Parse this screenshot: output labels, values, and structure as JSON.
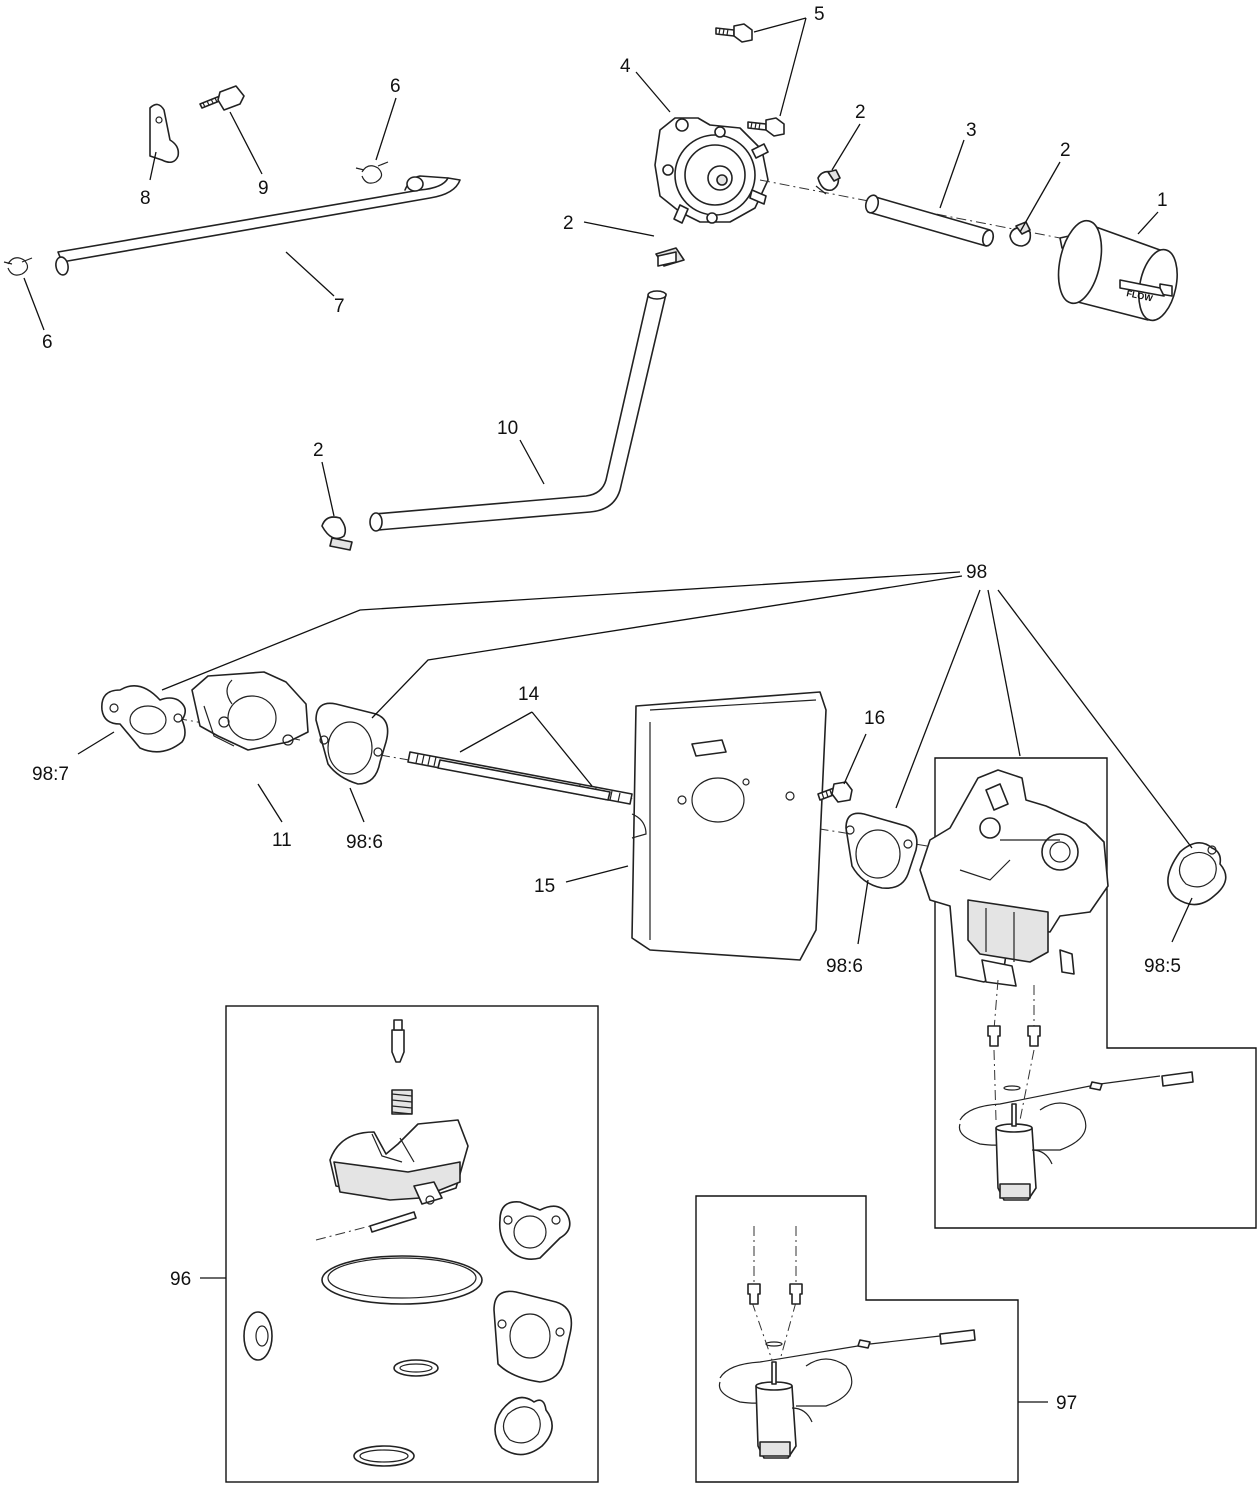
{
  "labels": {
    "l1": "1",
    "l2a": "2",
    "l2b": "2",
    "l2c": "2",
    "l2d": "2",
    "l3": "3",
    "l4": "4",
    "l5": "5",
    "l6a": "6",
    "l6b": "6",
    "l7": "7",
    "l8": "8",
    "l9": "9",
    "l10": "10",
    "l11": "11",
    "l14": "14",
    "l15": "15",
    "l16": "16",
    "l96": "96",
    "l97": "97",
    "l98": "98",
    "l98_7": "98:7",
    "l98_6a": "98:6",
    "l98_6b": "98:6",
    "l98_5": "98:5"
  },
  "filter_text": "FLOW"
}
